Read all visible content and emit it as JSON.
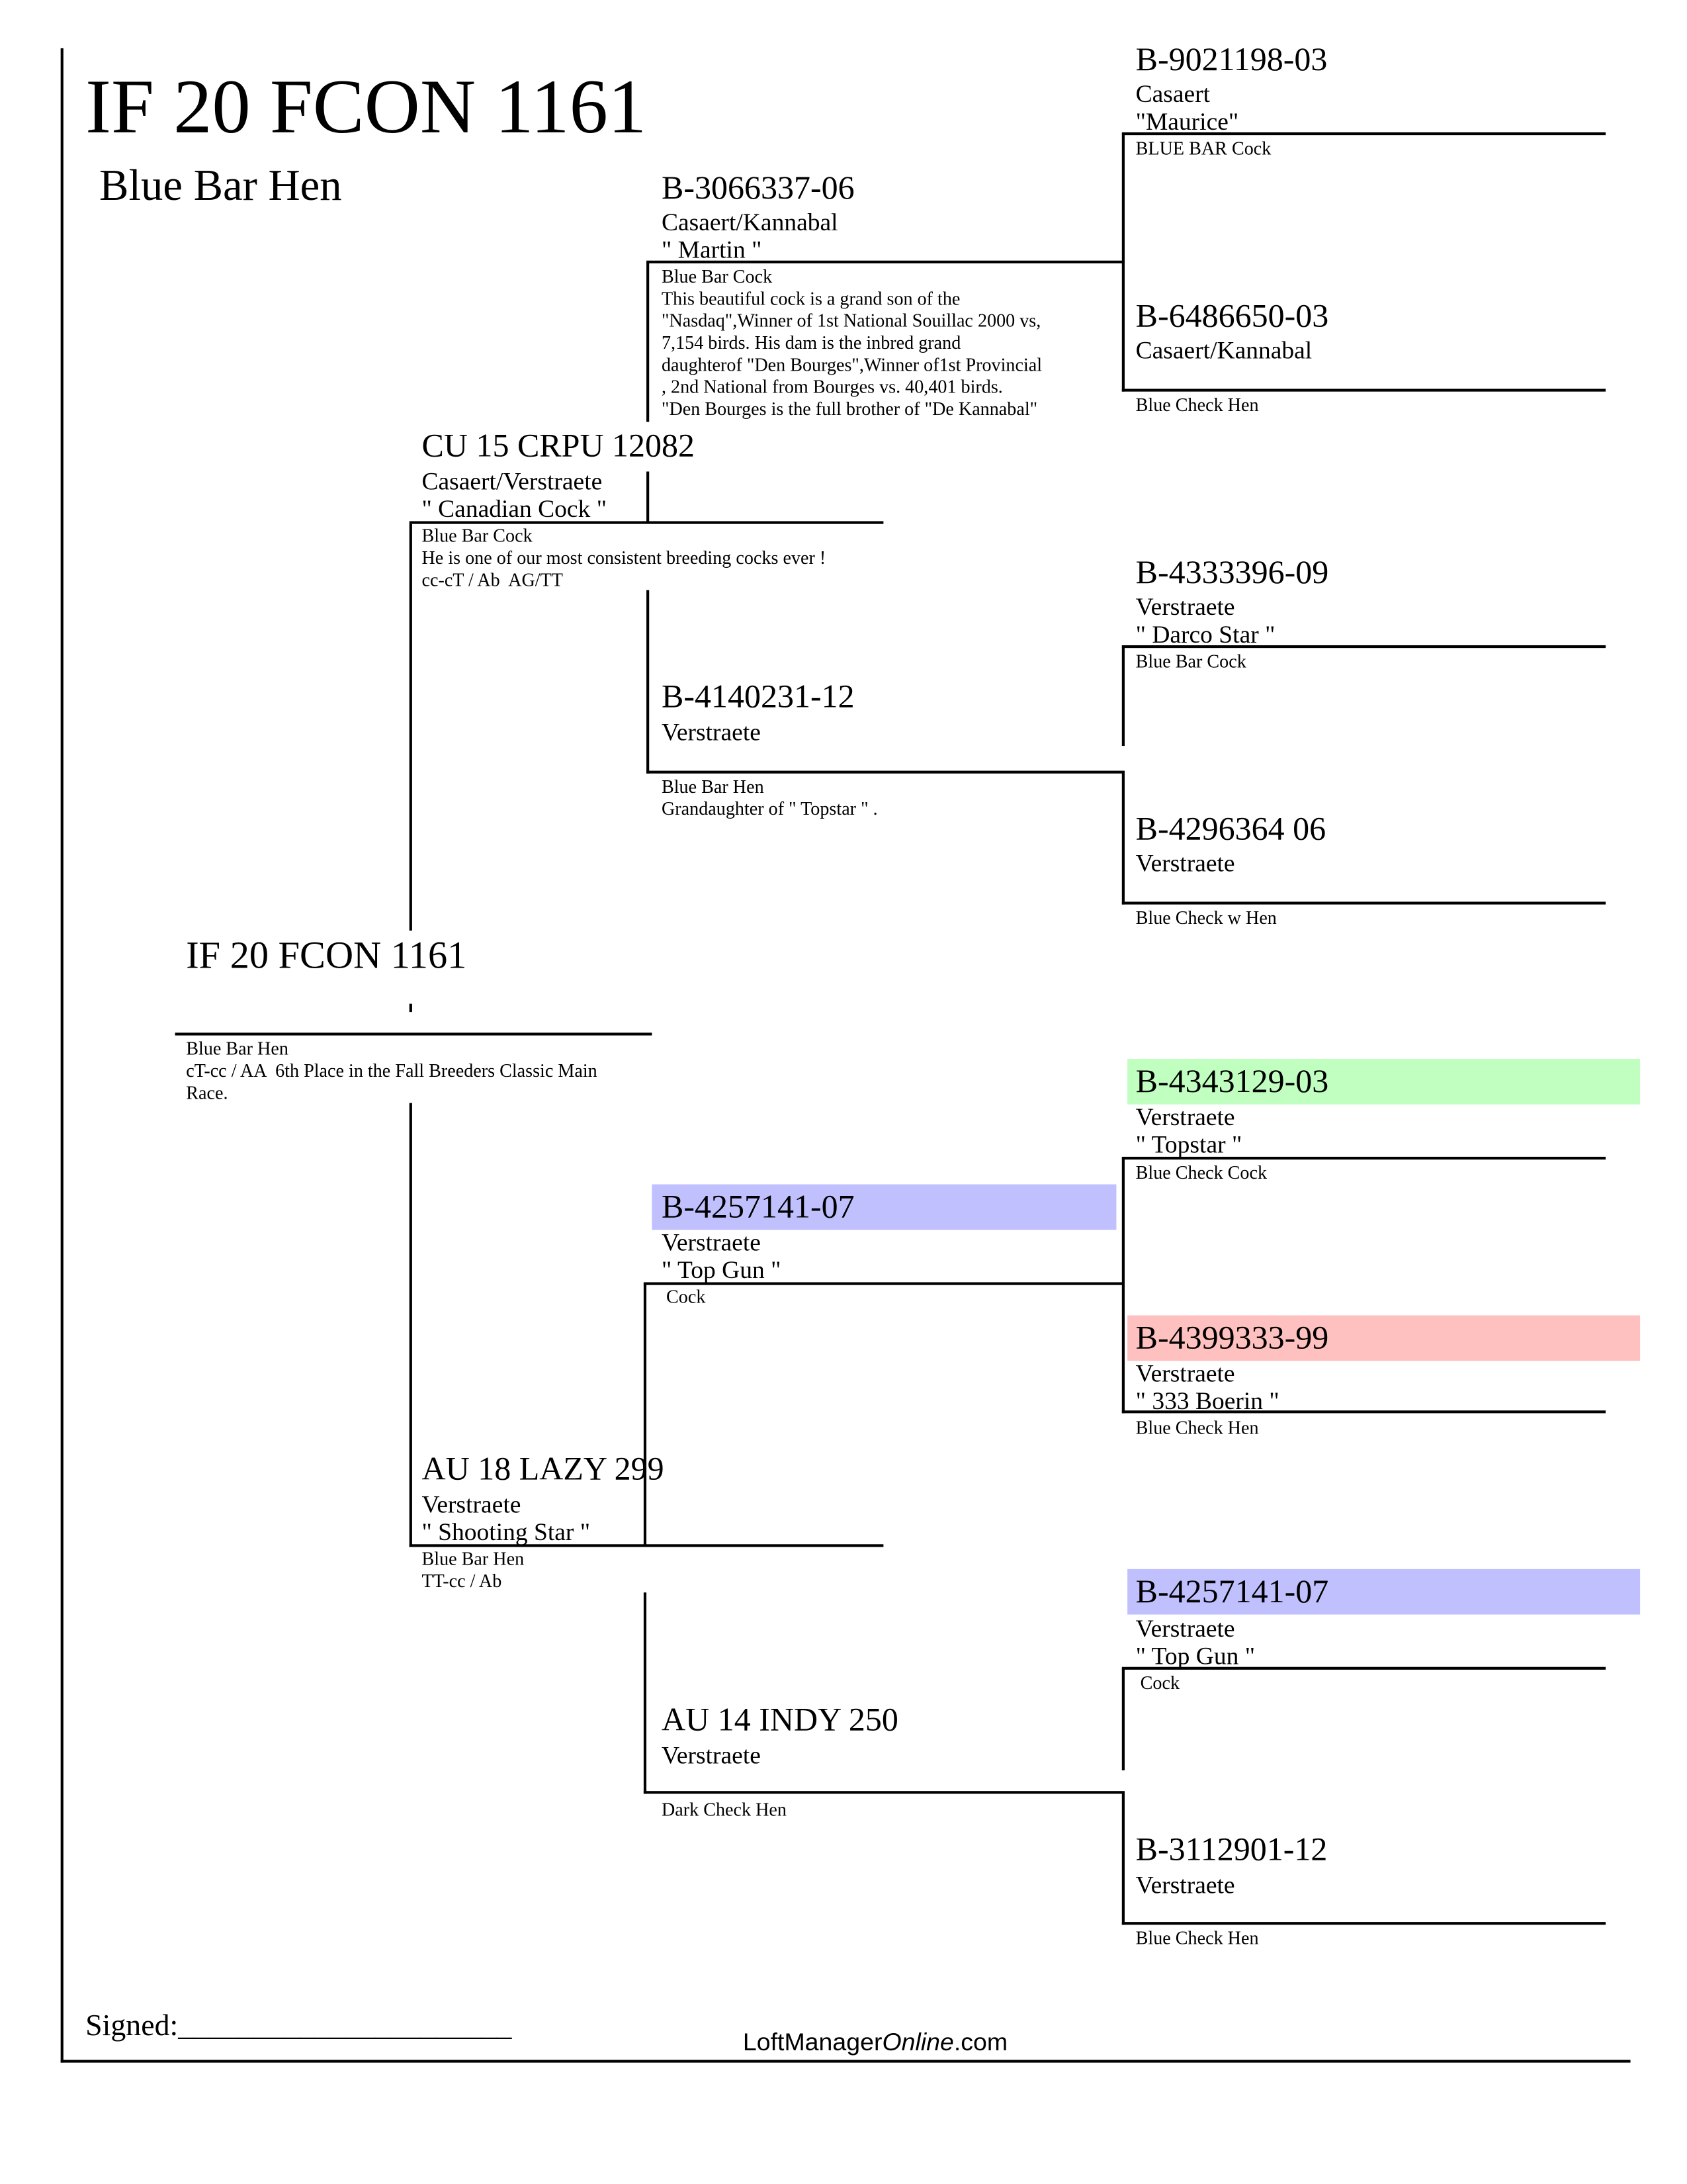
{
  "header": {
    "title": "IF 20 FCON 1161",
    "subtitle": "Blue Bar Hen"
  },
  "colors": {
    "green": "#c0ffc0",
    "blue": "#c0c0ff",
    "red": "#ffc0c0"
  },
  "subject": {
    "id": "IF 20 FCON 1161",
    "notes": [
      "Blue Bar Hen",
      "cT-cc / AA  6th Place in the Fall Breeders Classic Main",
      "Race."
    ]
  },
  "sire": {
    "id": "CU 15 CRPU 12082",
    "breeder": "Casaert/Verstraete",
    "name": "\" Canadian Cock \"",
    "notes": [
      "Blue Bar Cock",
      "He is one of our most consistent breeding cocks ever !",
      "cc-cT / Ab  AG/TT"
    ]
  },
  "sire_sire": {
    "id": "B-3066337-06",
    "breeder": "Casaert/Kannabal",
    "name": "\" Martin \"",
    "notes": [
      "Blue Bar Cock",
      "This beautiful cock is a grand son of the",
      "\"Nasdaq\",Winner of 1st National Souillac 2000 vs,",
      "7,154 birds. His dam is the inbred grand",
      "daughterof \"Den Bourges\",Winner of1st Provincial",
      ", 2nd National from Bourges vs. 40,401 birds.",
      "\"Den Bourges is the full brother of \"De Kannabal\""
    ]
  },
  "sire_dam": {
    "id": "B-4140231-12",
    "breeder": "Verstraete",
    "notes": [
      "Blue Bar Hen",
      "Grandaughter of \" Topstar \" ."
    ]
  },
  "sss": {
    "id": "B-9021198-03",
    "breeder": "Casaert",
    "name": "\"Maurice\"",
    "notes": "BLUE BAR Cock"
  },
  "ssd": {
    "id": "B-6486650-03",
    "breeder": "Casaert/Kannabal",
    "notes": "Blue Check Hen"
  },
  "sds": {
    "id": "B-4333396-09",
    "breeder": "Verstraete",
    "name": "\" Darco Star \"",
    "notes": "Blue Bar Cock"
  },
  "sdd": {
    "id": "B-4296364 06",
    "breeder": "Verstraete",
    "notes": "Blue Check w Hen"
  },
  "dam": {
    "id": "AU 18 LAZY 299",
    "breeder": "Verstraete",
    "name": "\" Shooting Star \"",
    "notes": [
      "Blue Bar Hen",
      "TT-cc / Ab"
    ]
  },
  "dam_sire": {
    "id": "B-4257141-07",
    "breeder": "Verstraete",
    "name": "\" Top Gun \"",
    "notes": " Cock"
  },
  "dam_dam": {
    "id": "AU 14 INDY 250",
    "breeder": "Verstraete",
    "notes": "Dark Check Hen"
  },
  "dss": {
    "id": "B-4343129-03",
    "breeder": "Verstraete",
    "name": "\" Topstar \"",
    "notes": "Blue Check Cock"
  },
  "dsd": {
    "id": "B-4399333-99",
    "breeder": "Verstraete",
    "name": "\" 333 Boerin \"",
    "notes": "Blue Check Hen"
  },
  "dds": {
    "id": "B-4257141-07",
    "breeder": "Verstraete",
    "name": "\" Top Gun \"",
    "notes": " Cock"
  },
  "ddd": {
    "id": "B-3112901-12",
    "breeder": "Verstraete",
    "notes": "Blue Check Hen"
  },
  "footer": {
    "signed": "Signed:______________________",
    "brand_a": "LoftManager",
    "brand_b": "Online",
    "brand_c": ".com"
  }
}
